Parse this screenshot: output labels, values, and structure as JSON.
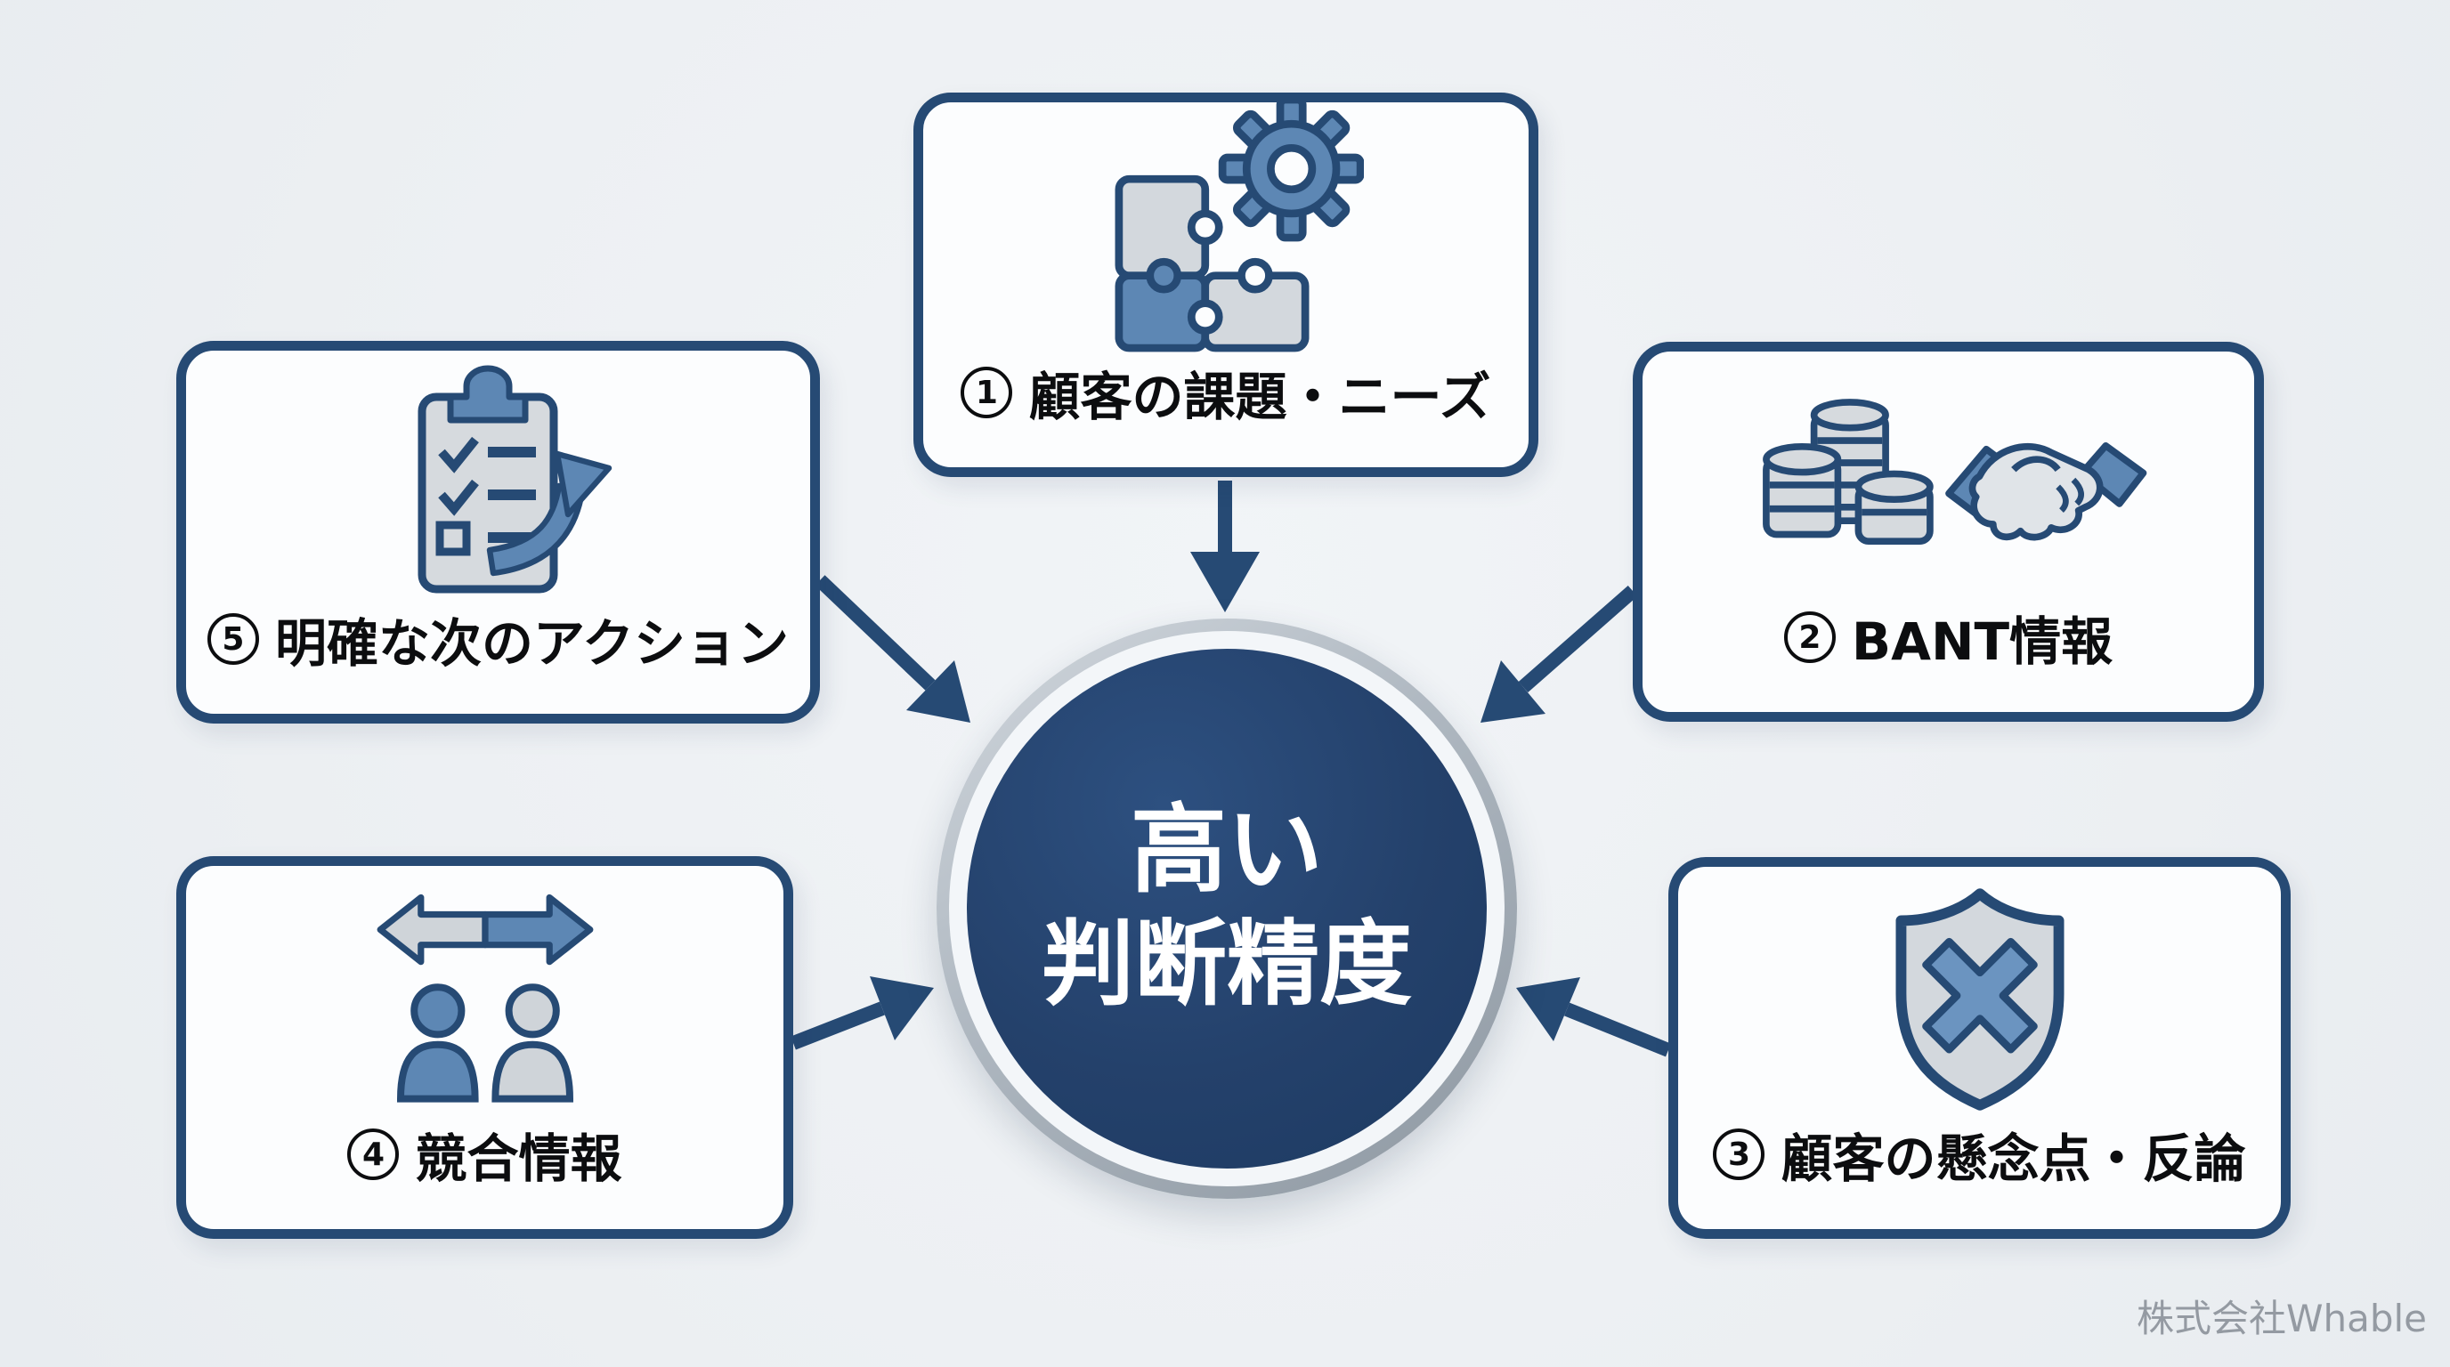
{
  "center": {
    "line1": "高い",
    "line2": "判断精度"
  },
  "boxes": [
    {
      "num": "1",
      "label": "顧客の課題・ニーズ",
      "icon": "puzzle-gear-icon"
    },
    {
      "num": "2",
      "label": "BANT情報",
      "icon": "coins-handshake-icon"
    },
    {
      "num": "3",
      "label": "顧客の懸念点・反論",
      "icon": "shield-cross-icon"
    },
    {
      "num": "4",
      "label": "競合情報",
      "icon": "people-exchange-icon"
    },
    {
      "num": "5",
      "label": "明確な次のアクション",
      "icon": "clipboard-next-action-icon"
    }
  ],
  "arrows": [
    {
      "from": "box-1",
      "to": "center"
    },
    {
      "from": "box-2",
      "to": "center"
    },
    {
      "from": "box-3",
      "to": "center"
    },
    {
      "from": "box-4",
      "to": "center"
    },
    {
      "from": "box-5",
      "to": "center"
    }
  ],
  "credit": "株式会社Whable",
  "colors": {
    "navy": "#264a74",
    "circle_fill": "#24416b",
    "ring_silver": "#aeb7c0",
    "icon_blue": "#5d87b4",
    "icon_gray": "#d3d8dd",
    "background": "#edf0f3",
    "label_text": "#0c0d0f",
    "credit_text": "#949aa2"
  }
}
